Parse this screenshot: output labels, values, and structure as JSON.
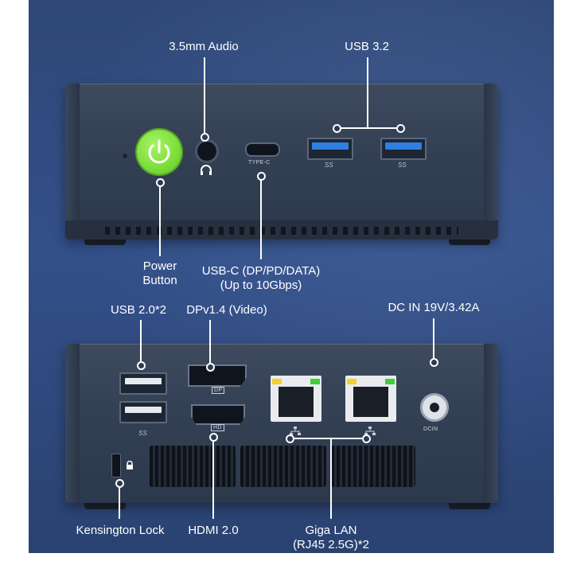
{
  "front_panel": {
    "labels": {
      "audio": "3.5mm Audio",
      "usb32": "USB 3.2",
      "power": [
        "Power",
        "Button"
      ],
      "usbc": [
        "USB-C (DP/PD/DATA)",
        "(Up to 10Gbps)"
      ]
    },
    "port_marks": {
      "typec": "TYPE-C",
      "ss": "SS"
    },
    "colors": {
      "power_button": "#7ee03a",
      "usb3_blue": "#2f7fe0"
    },
    "icons": [
      "power-icon",
      "headphone-icon"
    ]
  },
  "rear_panel": {
    "labels": {
      "usb20": "USB 2.0*2",
      "dp": "DPv1.4 (Video)",
      "dcin": "DC IN 19V/3.42A",
      "kensington": "Kensington Lock",
      "hdmi": "HDMI 2.0",
      "lan": [
        "Giga LAN",
        "(RJ45 2.5G)*2"
      ]
    },
    "port_marks": {
      "dp": "DP",
      "hdmi": "HD",
      "dcin": "DCIN",
      "ss": "SS"
    },
    "colors": {
      "led_yellow": "#f4d02a",
      "led_green": "#3fcf3a"
    },
    "icons": [
      "lock-icon",
      "network-icon",
      "dc-symbol-icon"
    ]
  }
}
